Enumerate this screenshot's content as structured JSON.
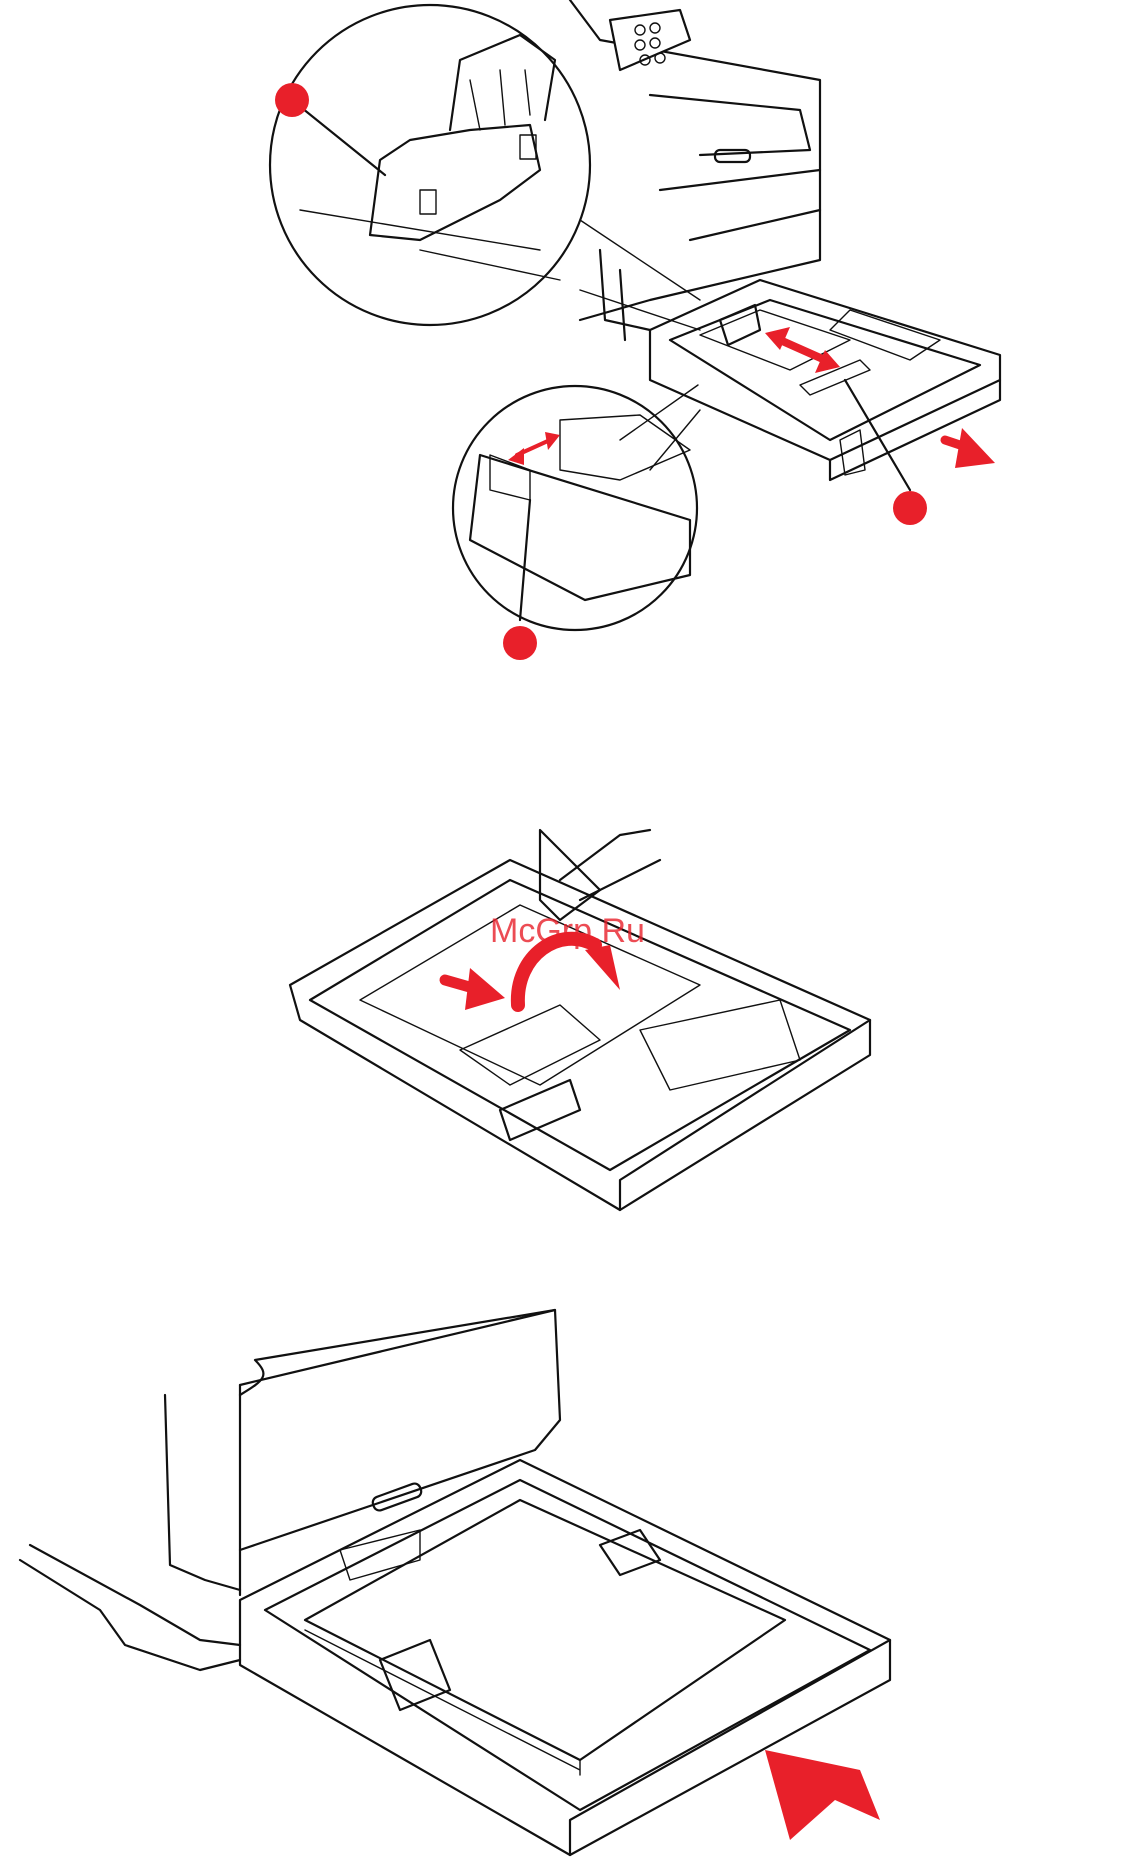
{
  "watermark": "McGrp.Ru",
  "accent_color": "#e8202a",
  "panels": [
    {
      "name": "remove-tray-and-adjust-guides",
      "callouts": 3,
      "arrows": [
        "double-headed-guide-arrow",
        "pull-out-arrow"
      ]
    },
    {
      "name": "adjust-paper-stopper",
      "arrows": [
        "push-arrow",
        "curved-arrow"
      ]
    },
    {
      "name": "insert-tray",
      "arrows": [
        "push-in-arrow"
      ]
    }
  ]
}
